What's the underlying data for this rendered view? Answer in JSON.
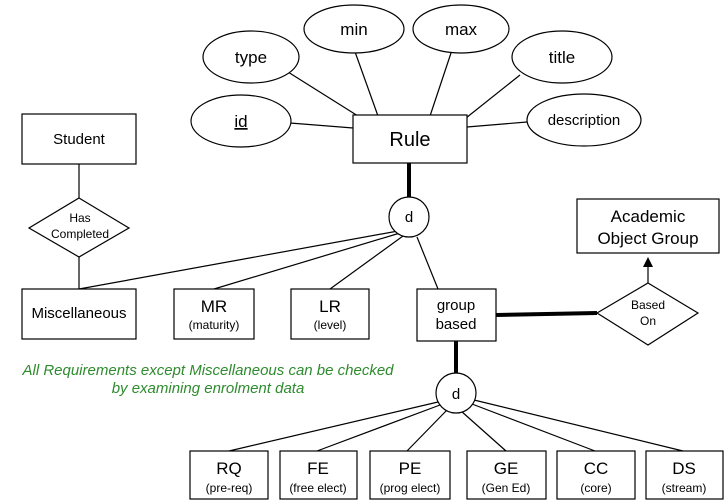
{
  "colors": {
    "stroke": "#000000",
    "background": "#ffffff",
    "note": "#2e8b2e"
  },
  "rule": {
    "label": "Rule",
    "attributes": {
      "id": "id",
      "type": "type",
      "min": "min",
      "max": "max",
      "title": "title",
      "description": "description"
    }
  },
  "student": {
    "label": "Student"
  },
  "has_completed": {
    "line1": "Has",
    "line2": "Completed"
  },
  "disjoint_top": "d",
  "disjoint_bottom": "d",
  "miscellaneous": {
    "label": "Miscellaneous"
  },
  "mr": {
    "label": "MR",
    "sub": "(maturity)"
  },
  "lr": {
    "label": "LR",
    "sub": "(level)"
  },
  "group_based": {
    "line1": "group",
    "line2": "based"
  },
  "based_on": {
    "line1": "Based",
    "line2": "On"
  },
  "academic_object_group": {
    "line1": "Academic",
    "line2": "Object Group"
  },
  "note": {
    "line1": "All Requirements except Miscellaneous can be checked",
    "line2": "by examining enrolment data"
  },
  "subtypes": [
    {
      "label": "RQ",
      "sub": "(pre-req)"
    },
    {
      "label": "FE",
      "sub": "(free elect)"
    },
    {
      "label": "PE",
      "sub": "(prog elect)"
    },
    {
      "label": "GE",
      "sub": "(Gen Ed)"
    },
    {
      "label": "CC",
      "sub": "(core)"
    },
    {
      "label": "DS",
      "sub": "(stream)"
    }
  ]
}
